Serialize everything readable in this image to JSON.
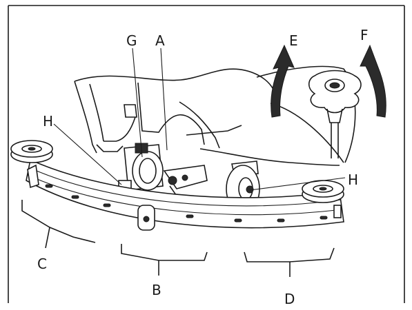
{
  "labels": {
    "a": "A",
    "b": "B",
    "c": "C",
    "d": "D",
    "e": "E",
    "f": "F",
    "g": "G",
    "h_left": "H",
    "h_right": "H"
  },
  "colors": {
    "line": "#1a1a1a",
    "arrow": "#2b2b2b",
    "background": "#ffffff"
  },
  "icons": {
    "rotate_left": "curved-arrow-counterclockwise",
    "rotate_right": "curved-arrow-clockwise",
    "knob": "star-knob"
  }
}
